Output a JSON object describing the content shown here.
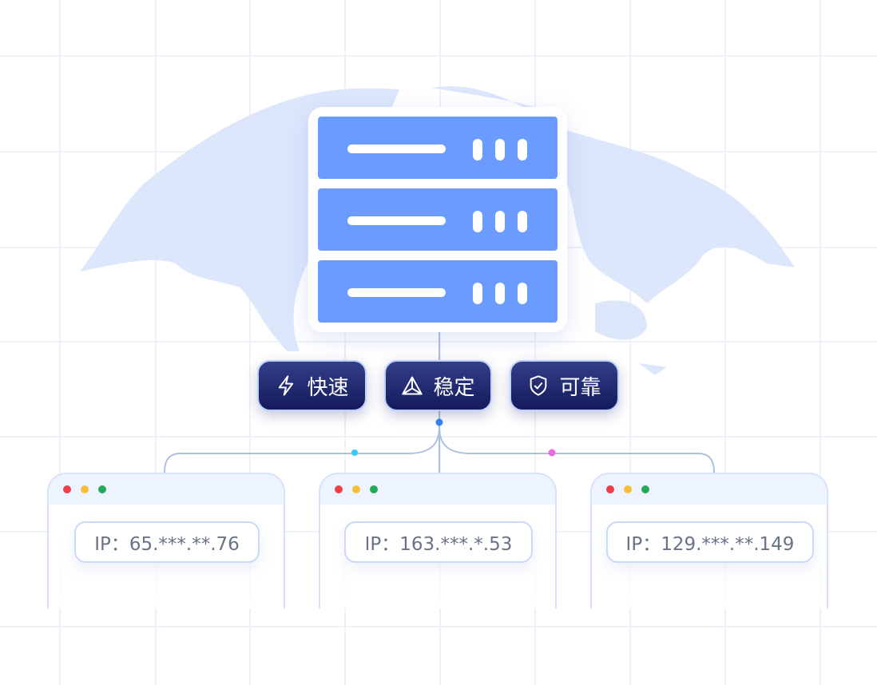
{
  "badges": [
    {
      "label": "快速",
      "icon": "lightning-icon"
    },
    {
      "label": "稳定",
      "icon": "triangle-icon"
    },
    {
      "label": "可靠",
      "icon": "shield-check-icon"
    }
  ],
  "clients": [
    {
      "ip": "IP：65.***.**.76"
    },
    {
      "ip": "IP：163.***.*.53"
    },
    {
      "ip": "IP：129.***.**.149"
    }
  ],
  "colors": {
    "server": "#6B9BFF",
    "badge": "#1E2668",
    "dot_center": "#3B82F6",
    "dot_left": "#38C8F5",
    "dot_right": "#E86BE0",
    "win_red": "#EF3E4A",
    "win_yellow": "#F8BE3C",
    "win_green": "#22A95A"
  }
}
